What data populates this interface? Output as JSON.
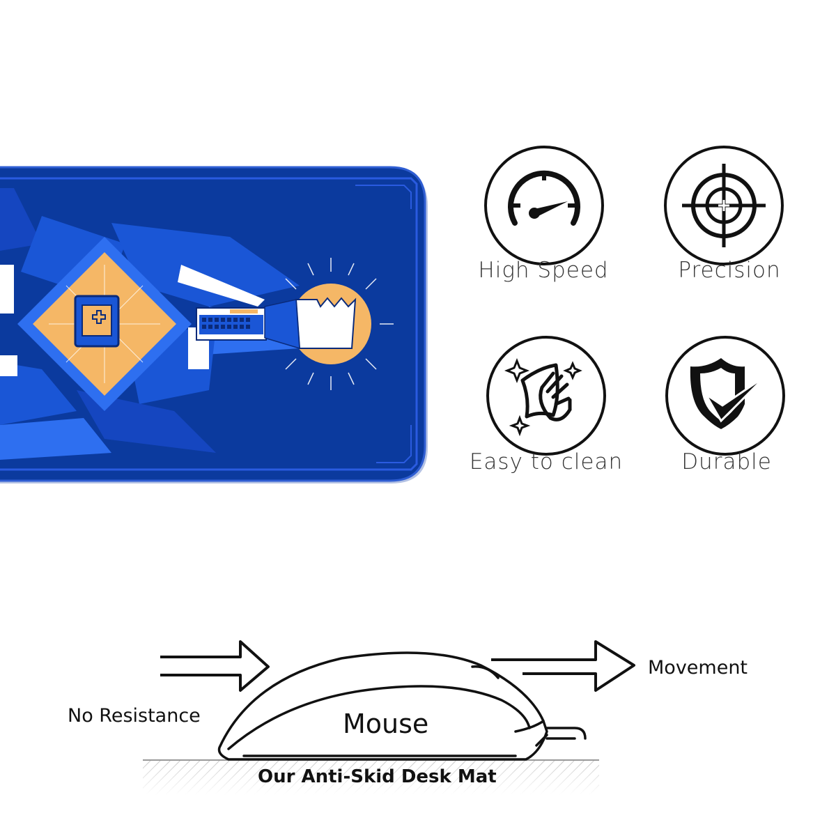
{
  "features": [
    {
      "id": "speed",
      "icon": "speedometer-icon",
      "label": "High Speed"
    },
    {
      "id": "precision",
      "icon": "crosshair-icon",
      "label": "Precision"
    },
    {
      "id": "clean",
      "icon": "cleaning-hand-icon",
      "label": "Easy to clean"
    },
    {
      "id": "durable",
      "icon": "shield-check-icon",
      "label": "Durable"
    }
  ],
  "diagram": {
    "left_label": "No Resistance",
    "right_label": "Movement",
    "mouse_label": "Mouse",
    "surface_label": "Our Anti-Skid Desk Mat"
  },
  "colors": {
    "mat_blue": "#0b3a9e",
    "mat_mid": "#1a56d6",
    "mat_light": "#2e6ff0",
    "accent_orange": "#f5b766",
    "outline": "#111111"
  }
}
